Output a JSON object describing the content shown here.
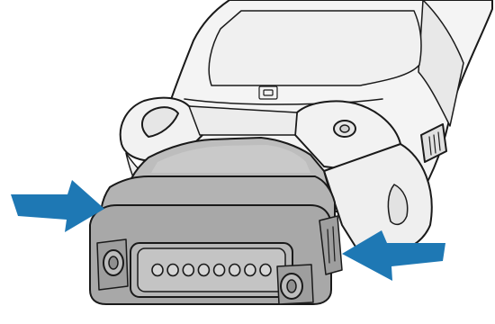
{
  "figure": {
    "subject": "",
    "palette": {
      "background": "#ffffff",
      "outline": "#1a1a1a",
      "device_body": "#f4f4f4",
      "device_shade": "#e3e3e3",
      "adapter": "#bdbdbd",
      "adapter_dark": "#9e9e9e",
      "adapter_face": "#a8a8a8",
      "arrow": "#1e78b4"
    },
    "connector_pin_count": 8,
    "arrows": [
      {
        "name": "left-arrow",
        "direction": "right"
      },
      {
        "name": "right-arrow",
        "direction": "left"
      }
    ]
  }
}
